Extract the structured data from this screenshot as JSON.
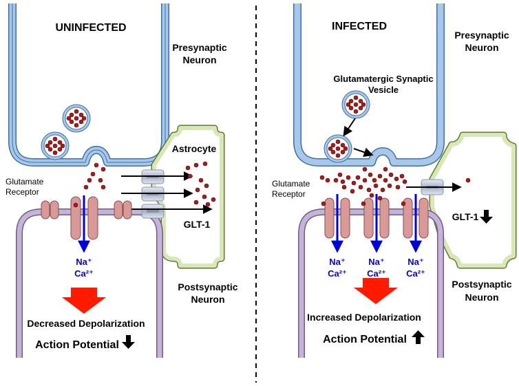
{
  "uninfected": {
    "heading": "UNINFECTED",
    "presynaptic_line1": "Presynaptic",
    "presynaptic_line2": "Neuron",
    "astrocyte": "Astrocyte",
    "glutamate_receptor_line1": "Glutamate",
    "glutamate_receptor_line2": "Receptor",
    "transporter": "GLT-1",
    "na_ion": "Na⁺",
    "ca_ion": "Ca²⁺",
    "postsynaptic_line1": "Postsynaptic",
    "postsynaptic_line2": "Neuron",
    "depolarization": "Decreased Depolarization",
    "action_potential": "Action Potential"
  },
  "infected": {
    "heading": "INFECTED",
    "presynaptic_line1": "Presynaptic",
    "presynaptic_line2": "Neuron",
    "vesicle_line1": "Glutamatergic Synaptic",
    "vesicle_line2": "Vesicle",
    "glutamate_receptor_line1": "Glutamate",
    "glutamate_receptor_line2": "Receptor",
    "transporter": "GLT-1",
    "na_ion": "Na⁺",
    "ca_ion": "Ca²⁺",
    "postsynaptic_line1": "Postsynaptic",
    "postsynaptic_line2": "Neuron",
    "depolarization": "Increased Depolarization",
    "action_potential": "Action Potential"
  },
  "colors": {
    "neuron_fill": "#ffffff",
    "pre_membrane": "#a9c8e8",
    "pre_outline": "#3d6ea8",
    "post_membrane": "#c6b4d6",
    "post_outline": "#6e5a8a",
    "astro_membrane": "#d8e6b8",
    "astro_outline": "#5e7a2e",
    "glutamate": "#a51c1c",
    "receptor": "#d89a98",
    "receptor_outline": "#8a4a48",
    "ion_arrow": "#0000dd",
    "big_arrow": "#ff1a00",
    "transporter": "#b8bfd8"
  }
}
